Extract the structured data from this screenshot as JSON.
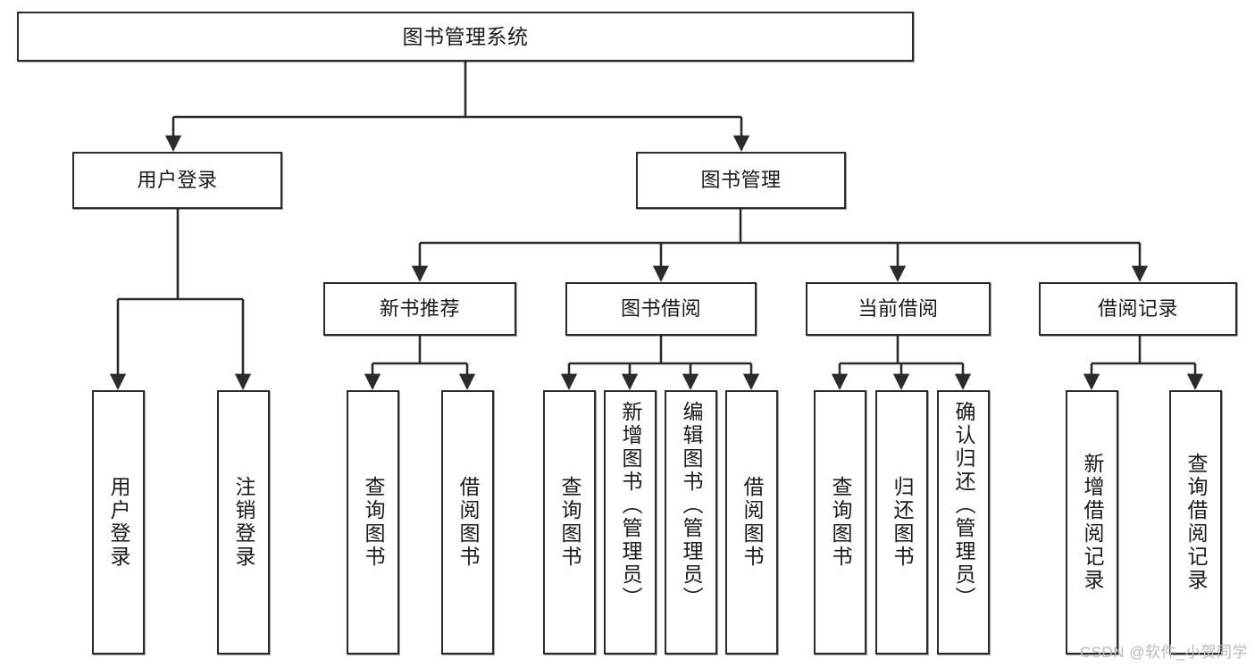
{
  "diagram": {
    "title": "图书管理系统",
    "type": "function-structure-tree",
    "colors": {
      "box_border": "#2b2b2b",
      "box_fill": "#ffffff",
      "edge": "#2b2b2b",
      "text": "#1a1a1a",
      "watermark": "#b9b9b9"
    },
    "watermark": "CSDN @软件_小贺同学"
  },
  "nodes": {
    "root": {
      "label": "图书管理系统"
    },
    "level2": [
      {
        "id": "user-login",
        "label": "用户登录"
      },
      {
        "id": "book-manage",
        "label": "图书管理"
      }
    ],
    "level3": [
      {
        "id": "new-book-recommend",
        "label": "新书推荐"
      },
      {
        "id": "book-borrow",
        "label": "图书借阅"
      },
      {
        "id": "current-borrow",
        "label": "当前借阅"
      },
      {
        "id": "borrow-record",
        "label": "借阅记录"
      }
    ],
    "leaves": {
      "user_login": [
        {
          "id": "leaf-user-login",
          "label": "用户登录"
        },
        {
          "id": "leaf-logout-login",
          "label": "注销登录"
        }
      ],
      "new_book_recommend": [
        {
          "id": "leaf-query-book-1",
          "label": "查询图书"
        },
        {
          "id": "leaf-borrow-book-1",
          "label": "借阅图书"
        }
      ],
      "book_borrow": [
        {
          "id": "leaf-query-book-2",
          "label": "查询图书"
        },
        {
          "id": "leaf-add-book",
          "label": "新增图书（管理员）"
        },
        {
          "id": "leaf-edit-book",
          "label": "编辑图书（管理员）"
        },
        {
          "id": "leaf-borrow-book-2",
          "label": "借阅图书"
        }
      ],
      "current_borrow": [
        {
          "id": "leaf-query-book-3",
          "label": "查询图书"
        },
        {
          "id": "leaf-return-book",
          "label": "归还图书"
        },
        {
          "id": "leaf-confirm-return",
          "label": "确认归还（管理员）"
        }
      ],
      "borrow_record": [
        {
          "id": "leaf-add-record",
          "label": "新增借阅记录"
        },
        {
          "id": "leaf-query-record",
          "label": "查询借阅记录"
        }
      ]
    }
  }
}
